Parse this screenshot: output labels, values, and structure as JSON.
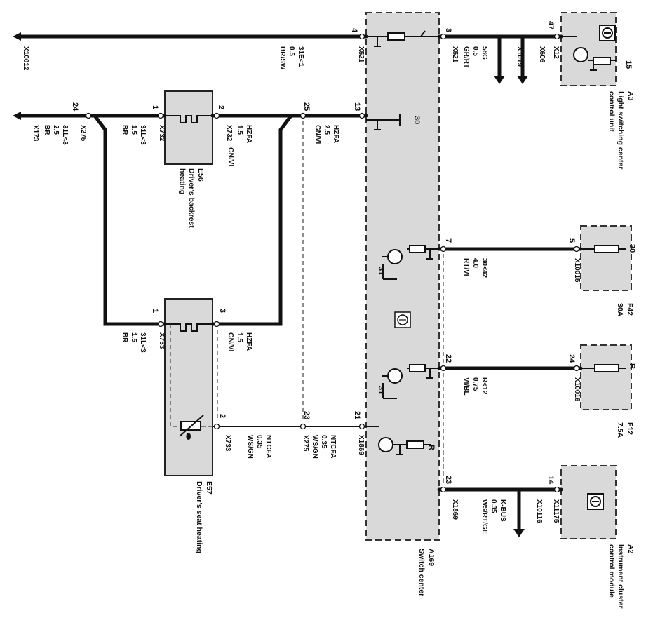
{
  "components": {
    "a3": {
      "id": "A3",
      "line1": "Light switching center",
      "line2": "control unit",
      "pin_a": "47",
      "pin_b": "15",
      "conn": "X12",
      "conn2": "X606"
    },
    "f42": {
      "id": "F42",
      "rating": "30A",
      "pin_a": "5",
      "pin_b": "30",
      "conn": "X10015"
    },
    "f12": {
      "id": "F12",
      "rating": "7.5A",
      "pin_a": "24",
      "pin_b": "R",
      "conn": "X10016"
    },
    "a2": {
      "id": "A2",
      "line1": "Instrument cluster",
      "line2": "control module",
      "pin_a": "14",
      "conn": "X11175",
      "conn2": "X10116"
    },
    "a169": {
      "id": "A169",
      "name": "Switch center",
      "pins": [
        "4",
        "3",
        "13",
        "30",
        "7",
        "31",
        "22",
        "31",
        "21",
        "R",
        "23"
      ],
      "conn_left": "X521",
      "conn_right": "X521",
      "conn_bottom": "X1869",
      "conn_bottom2": "X1869"
    },
    "e56": {
      "id": "E56",
      "line1": "Driver's backrest",
      "line2": "heating",
      "pin1": "1",
      "pin2": "2",
      "conn": "X732",
      "conn2": "X732"
    },
    "e57": {
      "id": "E57",
      "name": "Driver's seat heating",
      "pin1": "1",
      "pin2": "3",
      "pin3": "2",
      "conn": "X733",
      "conn2": "X733"
    }
  },
  "wires": {
    "w_top_left": {
      "conn": "X10012",
      "signal": "31E<1",
      "size": "0.5",
      "color": "BR/SW"
    },
    "w_top_right": {
      "signal": "58G",
      "size": "0.5",
      "color": "GR/RT",
      "conn": "X1019"
    },
    "w_left_gnd": {
      "pin": "24",
      "conn": "X275",
      "conn2": "X173",
      "signal": "31L<3",
      "size": "2.5",
      "color": "BR"
    },
    "w_e56_in": {
      "signal": "31L<3",
      "size": "1.5",
      "color": "BR"
    },
    "w_e56_out": {
      "signal": "HZFA",
      "size": "1.5",
      "color": "GN/VI"
    },
    "w_hz_main": {
      "pin": "25",
      "signal": "HZFA",
      "size": "2.5",
      "color": "GN/VI"
    },
    "w_e57_in": {
      "signal": "31L<3",
      "size": "1.5",
      "color": "BR"
    },
    "w_e57_out": {
      "signal": "HZFA",
      "size": "1.5",
      "color": "GN/VI"
    },
    "w_ntc_e57": {
      "signal": "NTCFA",
      "size": "0.35",
      "color": "WS/GN"
    },
    "w_ntc_mid": {
      "pin": "23",
      "conn": "X275",
      "signal": "NTCFA",
      "size": "0.35",
      "color": "WS/GN"
    },
    "w_f42": {
      "signal": "30<42",
      "size": "4.0",
      "color": "RT/VI"
    },
    "w_f12": {
      "signal": "R<12",
      "size": "0.75",
      "color": "VI/BL"
    },
    "w_kbus": {
      "signal": "K-BUS",
      "size": "0.35",
      "color": "WS/RT/GE"
    }
  }
}
